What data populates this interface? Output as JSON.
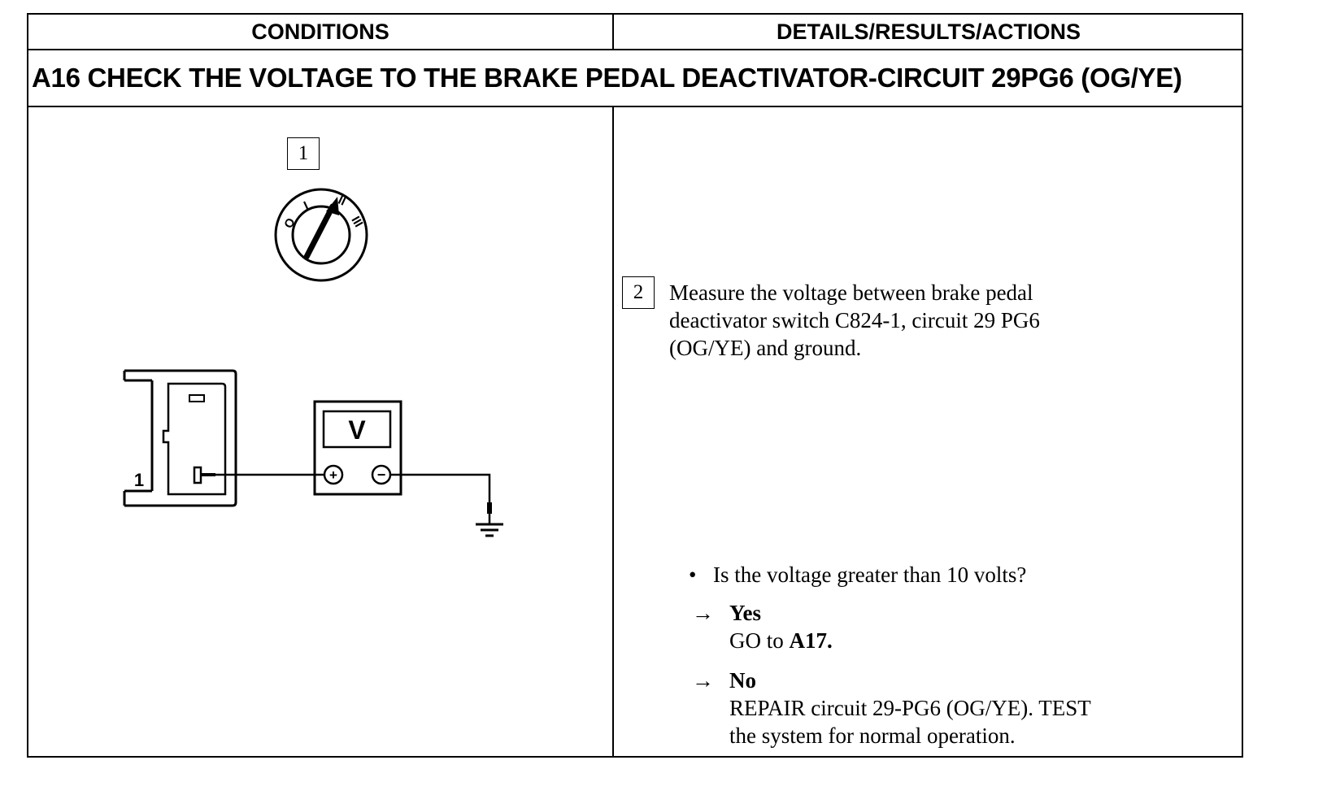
{
  "header": {
    "left": "CONDITIONS",
    "right": "DETAILS/RESULTS/ACTIONS"
  },
  "step": {
    "title": "A16 CHECK THE VOLTAGE TO THE BRAKE PEDAL DEACTIVATOR-CIRCUIT 29PG6 (OG/YE)"
  },
  "conditions": {
    "step1_number": "1",
    "ignition_positions": [
      "O",
      "I",
      "II",
      "III"
    ],
    "connector_pin": "1",
    "meter_label": "V",
    "meter_plus": "+",
    "meter_minus": "−",
    "icons": [
      "ignition-switch-icon",
      "connector-icon",
      "voltmeter-icon",
      "ground-icon"
    ]
  },
  "details": {
    "step2_number": "2",
    "instruction_lines": [
      "Measure the voltage between brake pedal",
      "deactivator switch C824-1, circuit 29 PG6",
      "(OG/YE) and ground."
    ],
    "bullet": "•",
    "question": "Is the voltage greater than 10 volts?",
    "arrow": "→",
    "yes_label": "Yes",
    "yes_text_prefix": "GO to ",
    "yes_text_target": "A17.",
    "no_label": "No",
    "no_text_lines": [
      "REPAIR circuit 29-PG6 (OG/YE). TEST",
      "the system for normal operation."
    ]
  }
}
